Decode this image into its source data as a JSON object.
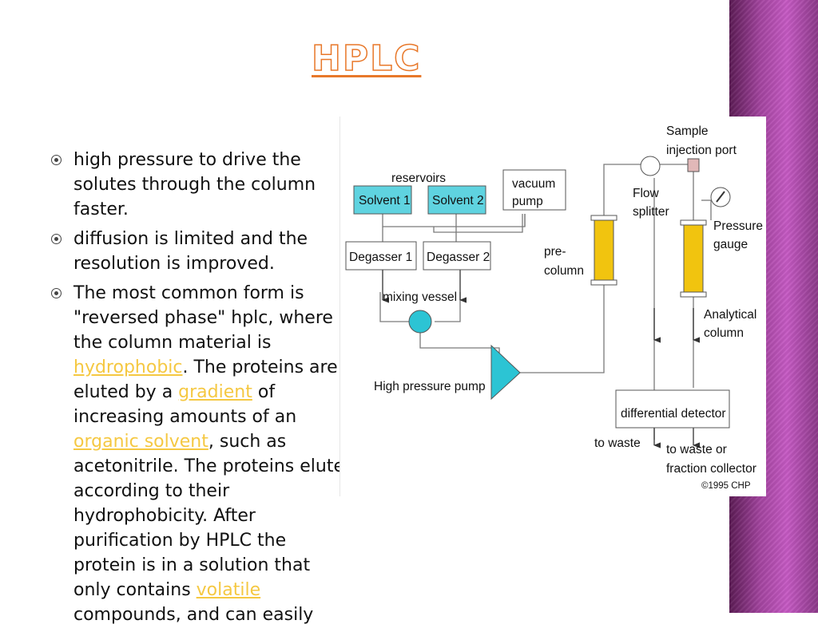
{
  "slide": {
    "title": "HPLC",
    "bullets": [
      {
        "before": "high pressure to drive the solutes through the column faster."
      },
      {
        "before": "diffusion is limited and the resolution is improved."
      },
      {
        "before": "The most common form is \"reversed phase\" hplc, where the column material is ",
        "link1": "hydrophobic",
        "mid1": ". The proteins are eluted by a ",
        "link2": "gradient",
        "mid2": " of increasing amounts of an ",
        "link3": "organic solvent",
        "mid3": ", such as acetonitrile. The proteins elute according to their hydrophobicity. After purification by HPLC the protein is in a solution that only contains ",
        "link4": "volatile",
        "after": " compounds, and can easily"
      }
    ]
  },
  "diagram": {
    "reservoirs": "reservoirs",
    "solvent1": "Solvent 1",
    "solvent2": "Solvent 2",
    "vacuum1": "vacuum",
    "vacuum2": "pump",
    "degasser1": "Degasser 1",
    "degasser2": "Degasser 2",
    "mixing": "mixing vessel",
    "hp_pump": "High pressure pump",
    "precolumn1": "pre-",
    "precolumn2": "column",
    "sample1": "Sample",
    "sample2": "injection port",
    "flow1": "Flow",
    "flow2": "splitter",
    "pressure1": "Pressure",
    "pressure2": "gauge",
    "analytical1": "Analytical",
    "analytical2": "column",
    "detector": "differential detector",
    "waste": "to waste",
    "fraction1": "to waste or",
    "fraction2": "fraction collector",
    "copyright": "©1995 CHP"
  },
  "colors": {
    "title_outline": "#e8782a",
    "link": "#f5c842",
    "solvent_fill": "#5fd3e0",
    "pump_fill": "#2cc4d4",
    "column_fill": "#f1c40f",
    "side_band": "#a445a0"
  }
}
